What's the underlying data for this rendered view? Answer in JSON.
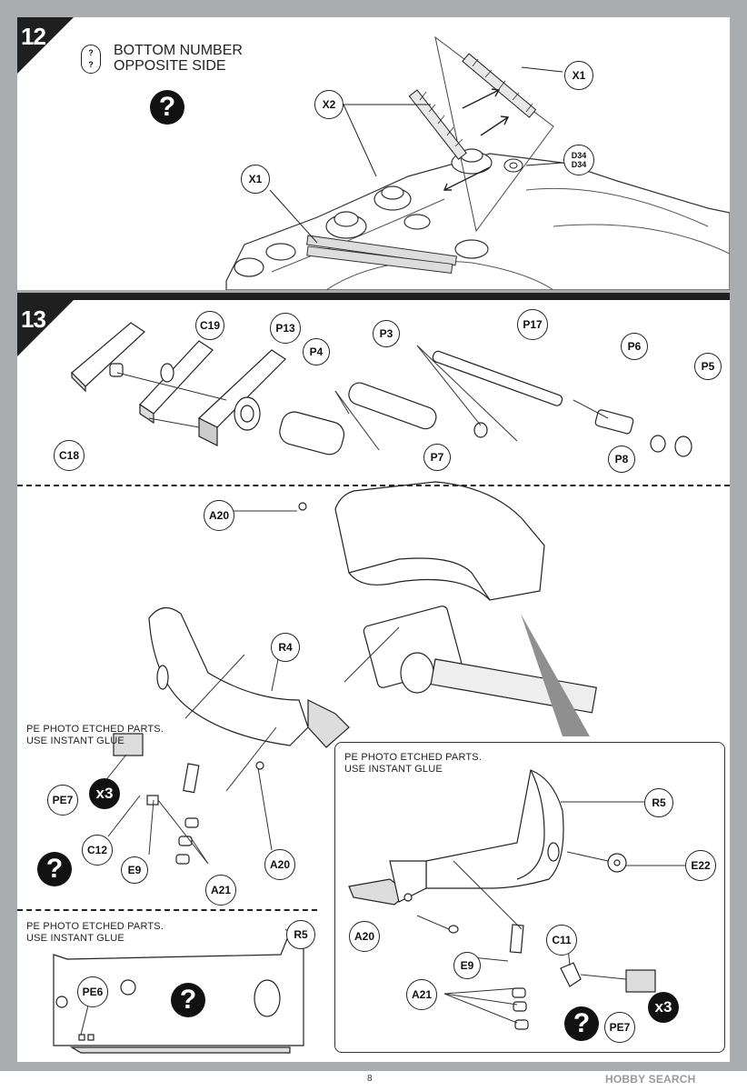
{
  "step12": {
    "number": "12",
    "bottom_note": [
      "BOTTOM NUMBER",
      "OPPOSITE SIDE"
    ],
    "key_marks": [
      "?",
      "?"
    ],
    "question": "?",
    "labels": {
      "x1_top": "X1",
      "x2": "X2",
      "x1_left": "X1",
      "d34": [
        "D34",
        "D34"
      ]
    }
  },
  "step13": {
    "number": "13",
    "labels": {
      "c19": "C19",
      "p13": "P13",
      "p4": "P4",
      "p3": "P3",
      "p17": "P17",
      "p6": "P6",
      "p5": "P5",
      "c18": "C18",
      "p7": "P7",
      "p8": "P8"
    }
  },
  "mid": {
    "a20_top": "A20",
    "r4": "R4",
    "pe_note": [
      "PE PHOTO ETCHED PARTS.",
      "USE INSTANT GLUE"
    ],
    "pe7": "PE7",
    "x3": "x3",
    "c12": "C12",
    "e9": "E9",
    "a21": "A21",
    "a20": "A20",
    "question": "?"
  },
  "inset": {
    "pe_note": [
      "PE PHOTO ETCHED PARTS.",
      "USE INSTANT GLUE"
    ],
    "r5": "R5",
    "e22": "E22",
    "c11": "C11",
    "a20": "A20",
    "e9": "E9",
    "a21": "A21",
    "pe7": "PE7",
    "x3": "x3",
    "question": "?"
  },
  "bottom": {
    "pe_note": [
      "PE PHOTO ETCHED PARTS.",
      "USE INSTANT GLUE"
    ],
    "r5": "R5",
    "pe6": "PE6",
    "question": "?"
  },
  "footer": {
    "page": "8",
    "watermark": "HOBBY SEARCH"
  }
}
